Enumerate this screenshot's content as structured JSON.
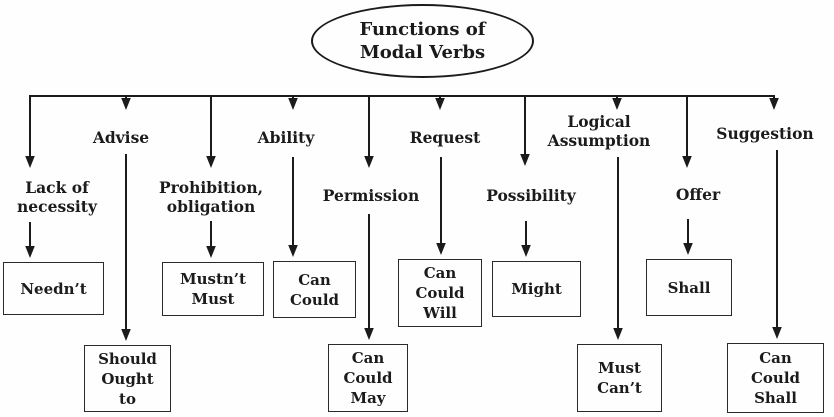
{
  "root": {
    "label": "Functions of\nModal Verbs"
  },
  "functions": [
    {
      "id": "lack-of-necessity",
      "label": "Lack of\nnecessity",
      "modals": "Needn’t"
    },
    {
      "id": "advise",
      "label": "Advise",
      "modals": "Should\nOught\nto"
    },
    {
      "id": "prohibition-obligation",
      "label": "Prohibition,\nobligation",
      "modals": "Mustn’t\nMust"
    },
    {
      "id": "ability",
      "label": "Ability",
      "modals": "Can\nCould"
    },
    {
      "id": "permission",
      "label": "Permission",
      "modals": "Can\nCould\nMay"
    },
    {
      "id": "request",
      "label": "Request",
      "modals": "Can\nCould\nWill"
    },
    {
      "id": "possibility",
      "label": "Possibility",
      "modals": "Might"
    },
    {
      "id": "logical-assumption",
      "label": "Logical\nAssumption",
      "modals": "Must\nCan’t"
    },
    {
      "id": "offer",
      "label": "Offer",
      "modals": "Shall"
    },
    {
      "id": "suggestion",
      "label": "Suggestion",
      "modals": "Can\nCould\nShall"
    }
  ],
  "colors": {
    "ink": "#1b1b1b",
    "background": "#fefefe"
  }
}
